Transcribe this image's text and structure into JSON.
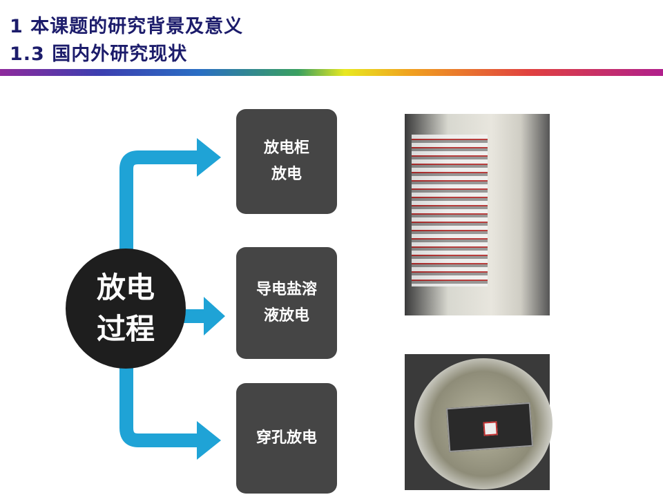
{
  "header": {
    "title": "1  本课题的研究背景及意义",
    "subtitle": "1.3  国内外研究现状"
  },
  "diagram": {
    "hub": {
      "line1": "放电",
      "line2": "过程"
    },
    "branches": [
      {
        "line1": "放电柜",
        "line2": "放电"
      },
      {
        "line1": "导电盐溶",
        "line2": "液放电"
      },
      {
        "line1": "穿孔放电"
      }
    ],
    "arrow_color": "#1fa3d6"
  }
}
